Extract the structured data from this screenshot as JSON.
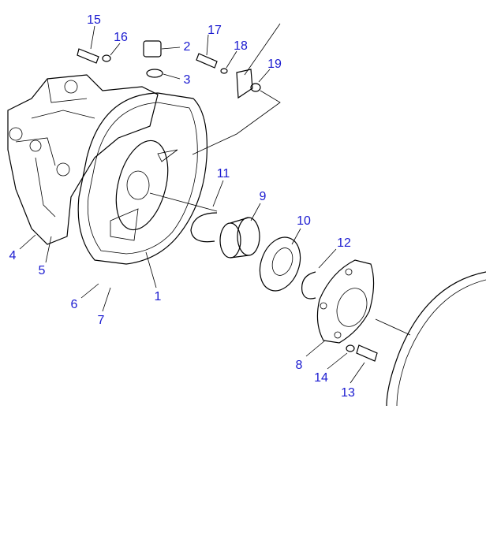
{
  "diagram": {
    "callouts": [
      {
        "id": "15",
        "label": "15"
      },
      {
        "id": "16",
        "label": "16"
      },
      {
        "id": "2",
        "label": "2"
      },
      {
        "id": "17",
        "label": "17"
      },
      {
        "id": "18",
        "label": "18"
      },
      {
        "id": "3",
        "label": "3"
      },
      {
        "id": "19",
        "label": "19"
      },
      {
        "id": "11",
        "label": "11"
      },
      {
        "id": "9",
        "label": "9"
      },
      {
        "id": "10",
        "label": "10"
      },
      {
        "id": "12",
        "label": "12"
      },
      {
        "id": "4",
        "label": "4"
      },
      {
        "id": "5",
        "label": "5"
      },
      {
        "id": "6",
        "label": "6"
      },
      {
        "id": "7",
        "label": "7"
      },
      {
        "id": "1",
        "label": "1"
      },
      {
        "id": "8",
        "label": "8"
      },
      {
        "id": "14",
        "label": "14"
      },
      {
        "id": "13",
        "label": "13"
      }
    ],
    "label_color": "#1a1ad0"
  }
}
